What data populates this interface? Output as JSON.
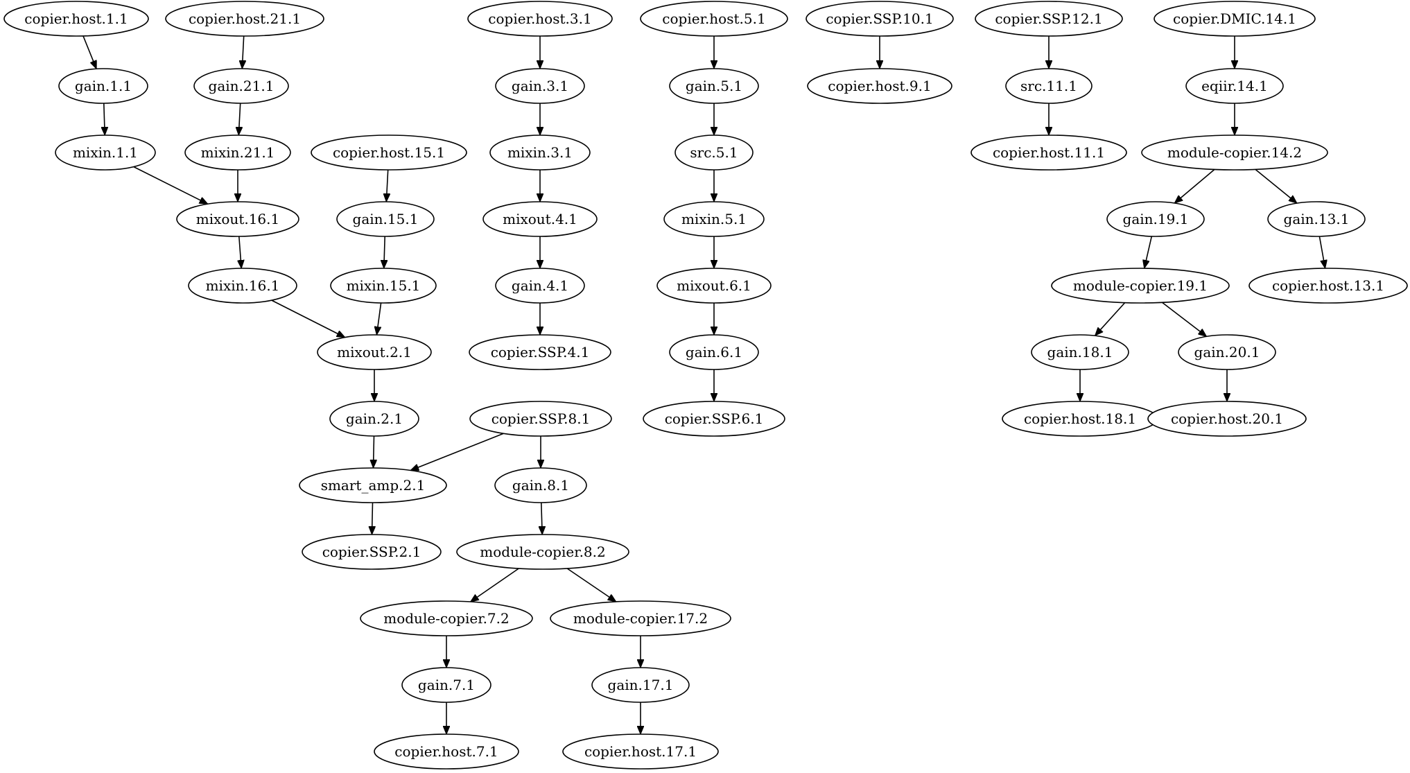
{
  "graph": {
    "nodes": [
      {
        "id": "copier.host.1.1",
        "label": "copier.host.1.1"
      },
      {
        "id": "gain.1.1",
        "label": "gain.1.1"
      },
      {
        "id": "mixin.1.1",
        "label": "mixin.1.1"
      },
      {
        "id": "copier.host.21.1",
        "label": "copier.host.21.1"
      },
      {
        "id": "gain.21.1",
        "label": "gain.21.1"
      },
      {
        "id": "mixin.21.1",
        "label": "mixin.21.1"
      },
      {
        "id": "mixout.16.1",
        "label": "mixout.16.1"
      },
      {
        "id": "mixin.16.1",
        "label": "mixin.16.1"
      },
      {
        "id": "copier.host.15.1",
        "label": "copier.host.15.1"
      },
      {
        "id": "gain.15.1",
        "label": "gain.15.1"
      },
      {
        "id": "mixin.15.1",
        "label": "mixin.15.1"
      },
      {
        "id": "mixout.2.1",
        "label": "mixout.2.1"
      },
      {
        "id": "gain.2.1",
        "label": "gain.2.1"
      },
      {
        "id": "smart_amp.2.1",
        "label": "smart_amp.2.1"
      },
      {
        "id": "copier.SSP.2.1",
        "label": "copier.SSP.2.1"
      },
      {
        "id": "copier.SSP.8.1",
        "label": "copier.SSP.8.1"
      },
      {
        "id": "gain.8.1",
        "label": "gain.8.1"
      },
      {
        "id": "module-copier.8.2",
        "label": "module-copier.8.2"
      },
      {
        "id": "module-copier.7.2",
        "label": "module-copier.7.2"
      },
      {
        "id": "gain.7.1",
        "label": "gain.7.1"
      },
      {
        "id": "copier.host.7.1",
        "label": "copier.host.7.1"
      },
      {
        "id": "module-copier.17.2",
        "label": "module-copier.17.2"
      },
      {
        "id": "gain.17.1",
        "label": "gain.17.1"
      },
      {
        "id": "copier.host.17.1",
        "label": "copier.host.17.1"
      },
      {
        "id": "copier.host.3.1",
        "label": "copier.host.3.1"
      },
      {
        "id": "gain.3.1",
        "label": "gain.3.1"
      },
      {
        "id": "mixin.3.1",
        "label": "mixin.3.1"
      },
      {
        "id": "mixout.4.1",
        "label": "mixout.4.1"
      },
      {
        "id": "gain.4.1",
        "label": "gain.4.1"
      },
      {
        "id": "copier.SSP.4.1",
        "label": "copier.SSP.4.1"
      },
      {
        "id": "copier.host.5.1",
        "label": "copier.host.5.1"
      },
      {
        "id": "gain.5.1",
        "label": "gain.5.1"
      },
      {
        "id": "src.5.1",
        "label": "src.5.1"
      },
      {
        "id": "mixin.5.1",
        "label": "mixin.5.1"
      },
      {
        "id": "mixout.6.1",
        "label": "mixout.6.1"
      },
      {
        "id": "gain.6.1",
        "label": "gain.6.1"
      },
      {
        "id": "copier.SSP.6.1",
        "label": "copier.SSP.6.1"
      },
      {
        "id": "copier.SSP.10.1",
        "label": "copier.SSP.10.1"
      },
      {
        "id": "copier.host.9.1",
        "label": "copier.host.9.1"
      },
      {
        "id": "copier.SSP.12.1",
        "label": "copier.SSP.12.1"
      },
      {
        "id": "src.11.1",
        "label": "src.11.1"
      },
      {
        "id": "copier.host.11.1",
        "label": "copier.host.11.1"
      },
      {
        "id": "copier.DMIC.14.1",
        "label": "copier.DMIC.14.1"
      },
      {
        "id": "eqiir.14.1",
        "label": "eqiir.14.1"
      },
      {
        "id": "module-copier.14.2",
        "label": "module-copier.14.2"
      },
      {
        "id": "gain.19.1",
        "label": "gain.19.1"
      },
      {
        "id": "module-copier.19.1",
        "label": "module-copier.19.1"
      },
      {
        "id": "gain.18.1",
        "label": "gain.18.1"
      },
      {
        "id": "copier.host.18.1",
        "label": "copier.host.18.1"
      },
      {
        "id": "gain.20.1",
        "label": "gain.20.1"
      },
      {
        "id": "copier.host.20.1",
        "label": "copier.host.20.1"
      },
      {
        "id": "gain.13.1",
        "label": "gain.13.1"
      },
      {
        "id": "copier.host.13.1",
        "label": "copier.host.13.1"
      }
    ],
    "edges": [
      {
        "from": "copier.host.1.1",
        "to": "gain.1.1"
      },
      {
        "from": "gain.1.1",
        "to": "mixin.1.1"
      },
      {
        "from": "mixin.1.1",
        "to": "mixout.16.1"
      },
      {
        "from": "copier.host.21.1",
        "to": "gain.21.1"
      },
      {
        "from": "gain.21.1",
        "to": "mixin.21.1"
      },
      {
        "from": "mixin.21.1",
        "to": "mixout.16.1"
      },
      {
        "from": "mixout.16.1",
        "to": "mixin.16.1"
      },
      {
        "from": "mixin.16.1",
        "to": "mixout.2.1"
      },
      {
        "from": "copier.host.15.1",
        "to": "gain.15.1"
      },
      {
        "from": "gain.15.1",
        "to": "mixin.15.1"
      },
      {
        "from": "mixin.15.1",
        "to": "mixout.2.1"
      },
      {
        "from": "mixout.2.1",
        "to": "gain.2.1"
      },
      {
        "from": "gain.2.1",
        "to": "smart_amp.2.1"
      },
      {
        "from": "copier.SSP.8.1",
        "to": "smart_amp.2.1"
      },
      {
        "from": "smart_amp.2.1",
        "to": "copier.SSP.2.1"
      },
      {
        "from": "copier.SSP.8.1",
        "to": "gain.8.1"
      },
      {
        "from": "gain.8.1",
        "to": "module-copier.8.2"
      },
      {
        "from": "module-copier.8.2",
        "to": "module-copier.7.2"
      },
      {
        "from": "module-copier.8.2",
        "to": "module-copier.17.2"
      },
      {
        "from": "module-copier.7.2",
        "to": "gain.7.1"
      },
      {
        "from": "gain.7.1",
        "to": "copier.host.7.1"
      },
      {
        "from": "module-copier.17.2",
        "to": "gain.17.1"
      },
      {
        "from": "gain.17.1",
        "to": "copier.host.17.1"
      },
      {
        "from": "copier.host.3.1",
        "to": "gain.3.1"
      },
      {
        "from": "gain.3.1",
        "to": "mixin.3.1"
      },
      {
        "from": "mixin.3.1",
        "to": "mixout.4.1"
      },
      {
        "from": "mixout.4.1",
        "to": "gain.4.1"
      },
      {
        "from": "gain.4.1",
        "to": "copier.SSP.4.1"
      },
      {
        "from": "copier.host.5.1",
        "to": "gain.5.1"
      },
      {
        "from": "gain.5.1",
        "to": "src.5.1"
      },
      {
        "from": "src.5.1",
        "to": "mixin.5.1"
      },
      {
        "from": "mixin.5.1",
        "to": "mixout.6.1"
      },
      {
        "from": "mixout.6.1",
        "to": "gain.6.1"
      },
      {
        "from": "gain.6.1",
        "to": "copier.SSP.6.1"
      },
      {
        "from": "copier.SSP.10.1",
        "to": "copier.host.9.1"
      },
      {
        "from": "copier.SSP.12.1",
        "to": "src.11.1"
      },
      {
        "from": "src.11.1",
        "to": "copier.host.11.1"
      },
      {
        "from": "copier.DMIC.14.1",
        "to": "eqiir.14.1"
      },
      {
        "from": "eqiir.14.1",
        "to": "module-copier.14.2"
      },
      {
        "from": "module-copier.14.2",
        "to": "gain.19.1"
      },
      {
        "from": "module-copier.14.2",
        "to": "gain.13.1"
      },
      {
        "from": "gain.19.1",
        "to": "module-copier.19.1"
      },
      {
        "from": "module-copier.19.1",
        "to": "gain.18.1"
      },
      {
        "from": "module-copier.19.1",
        "to": "gain.20.1"
      },
      {
        "from": "gain.18.1",
        "to": "copier.host.18.1"
      },
      {
        "from": "gain.20.1",
        "to": "copier.host.20.1"
      },
      {
        "from": "gain.13.1",
        "to": "copier.host.13.1"
      }
    ]
  }
}
